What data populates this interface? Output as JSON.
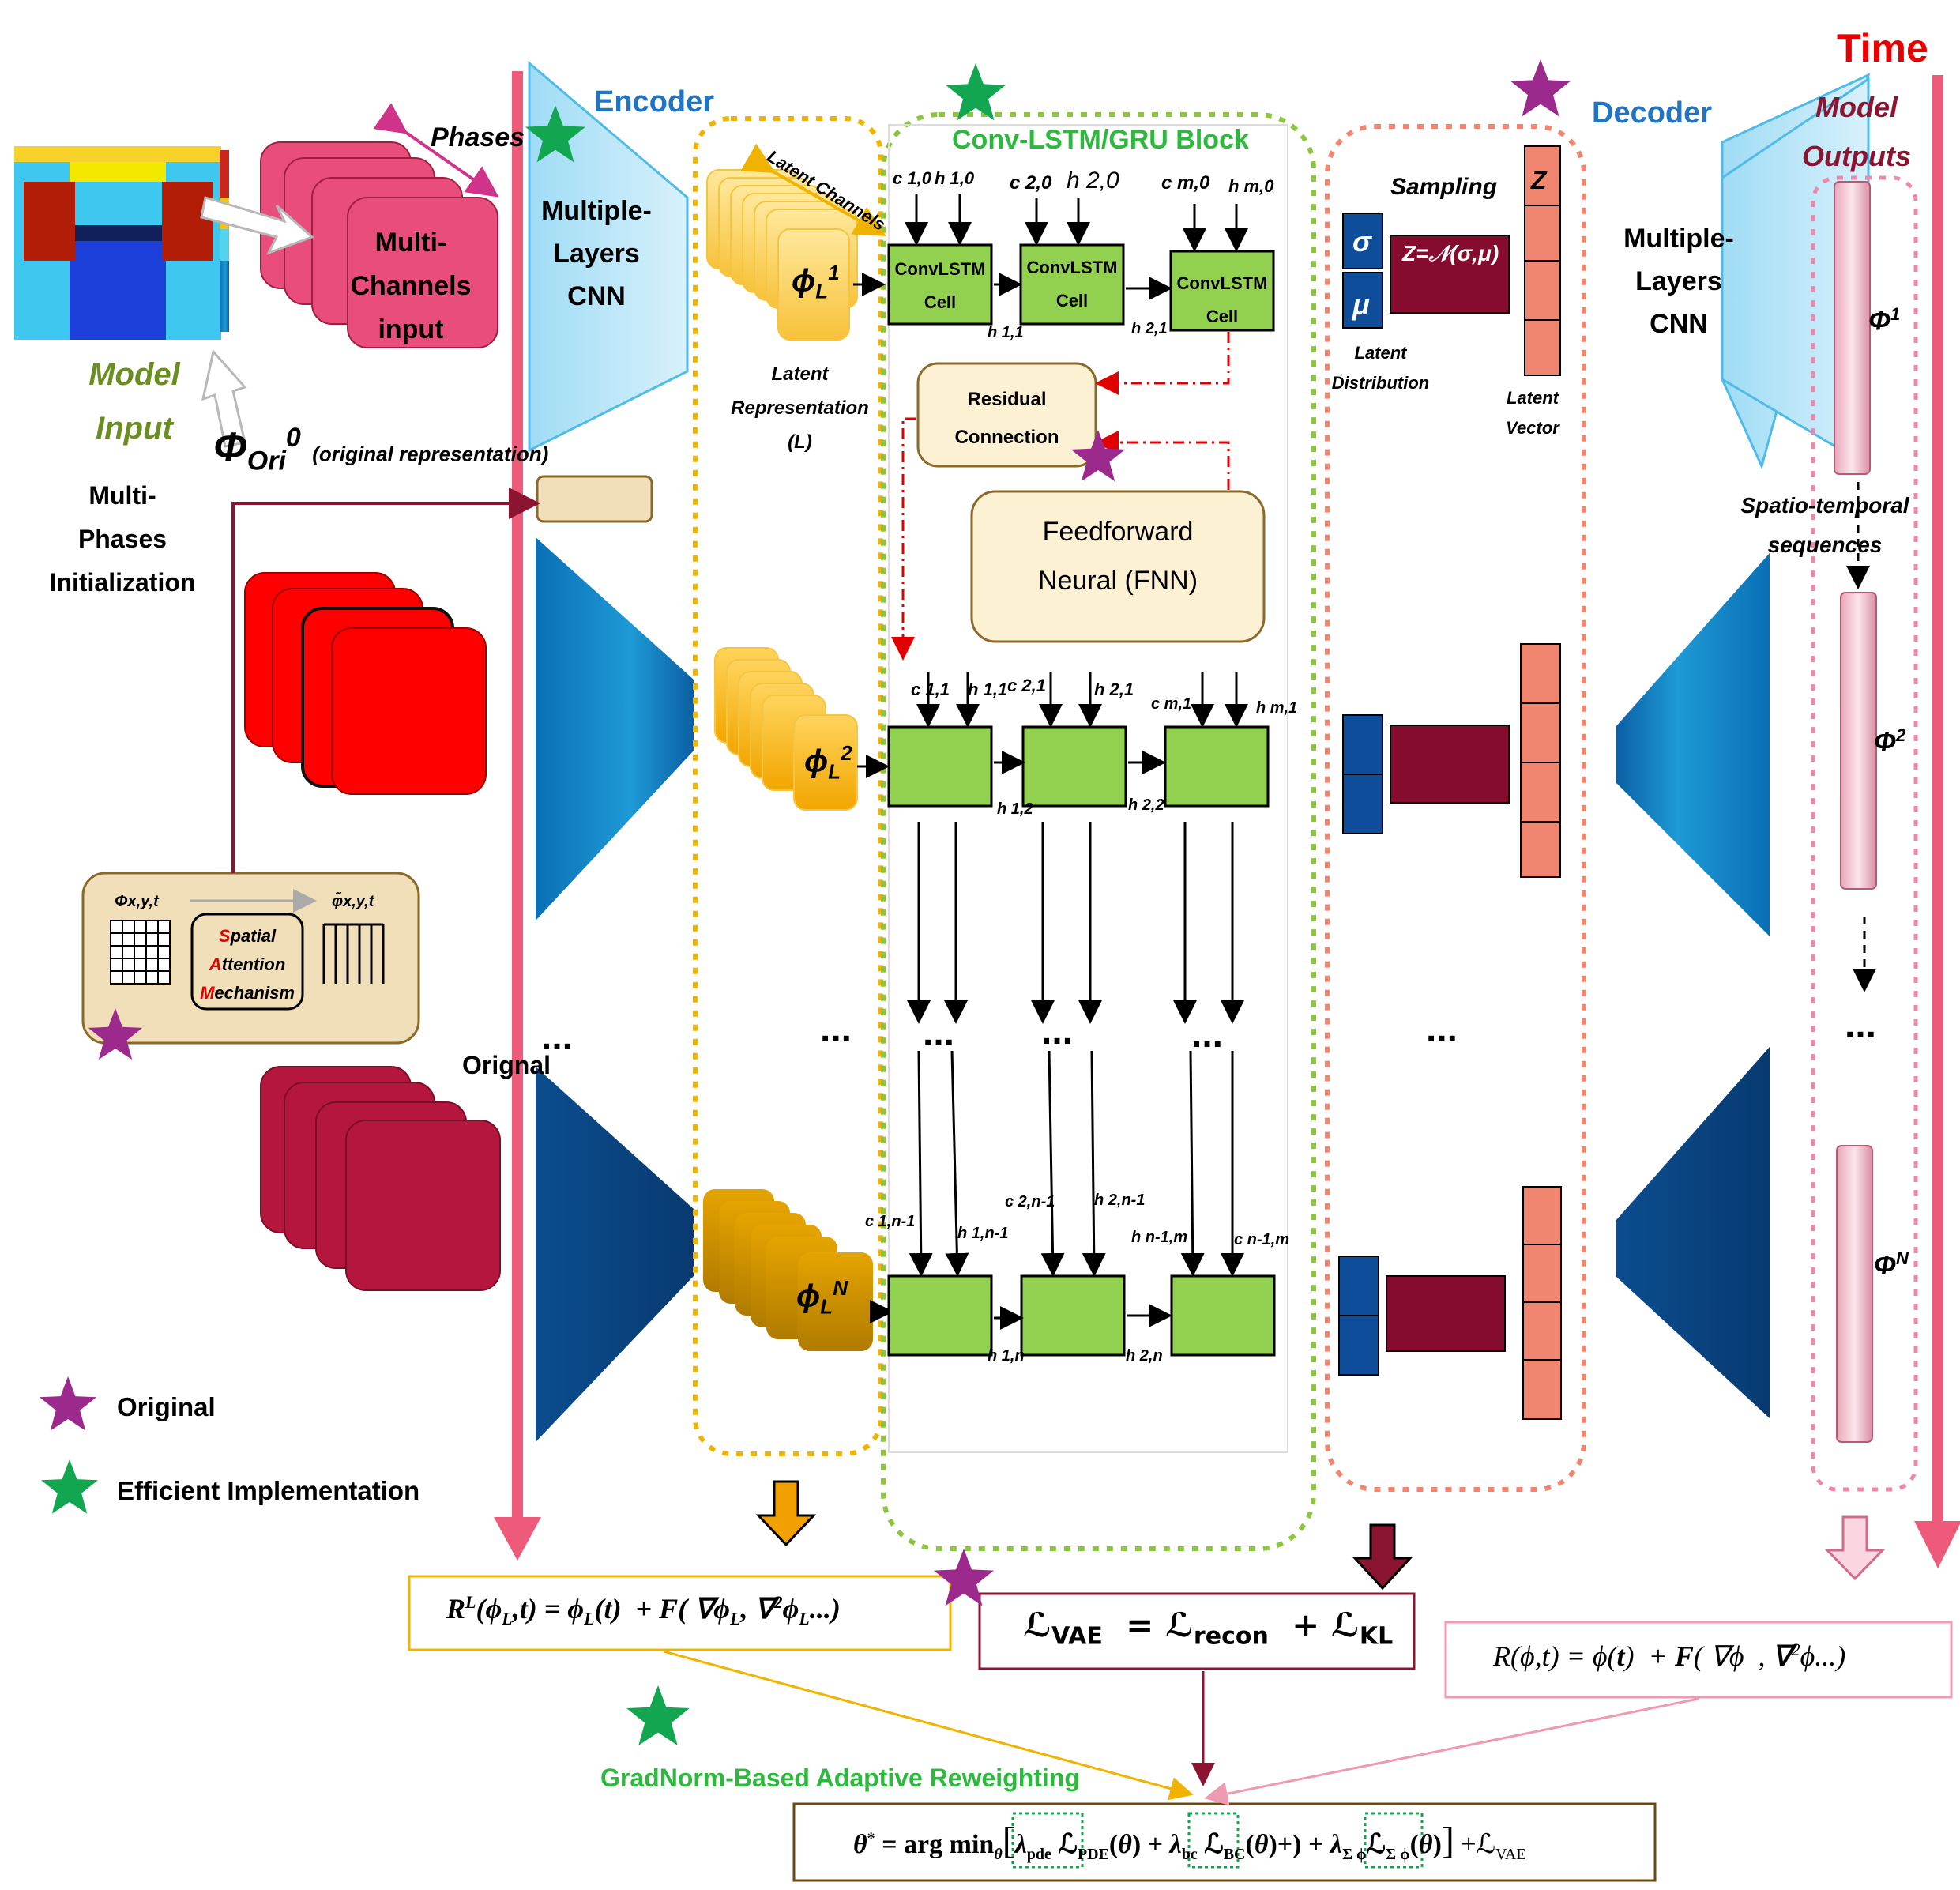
{
  "time": {
    "label": "Time"
  },
  "encoder": {
    "label": "Encoder",
    "cnn_label": "Multiple-\nLayers\nCNN"
  },
  "decoder": {
    "label": "Decoder",
    "cnn_label": "Multiple-\nLayers\nCNN"
  },
  "input": {
    "phases_label": "Phases",
    "channels_label": "Multi-\nChannels\ninput",
    "model_input_label": "Model\nInput",
    "phi_ori": "Φ",
    "phi_ori_sub": "Ori",
    "phi_ori_sup": "0",
    "phi_ori_note": "(original representation)",
    "init_label": "Multi-\nPhases\nInitialization",
    "original_label": "Orignal"
  },
  "attention": {
    "phi_in": "Φx,y,t",
    "phi_out": "φ̃x,y,t",
    "mechanism_label": [
      "Spatial",
      "Attention",
      "Mechanism"
    ],
    "mechanism_initials": [
      "S",
      "A",
      "M"
    ],
    "mechanism_rest": [
      "patial",
      "ttention",
      "echanism"
    ]
  },
  "latent": {
    "channels_label": "Latent Channels",
    "phi1": "ϕL1",
    "phi2": "ϕL2",
    "phiN": "ϕLN",
    "rep_label": "Latent\nRepresentation\n(L)"
  },
  "lstm": {
    "title": "Conv-LSTM/GRU Block",
    "cell_label": "ConvLSTM\nCell",
    "residual_label": "Residual\nConnection",
    "fnn_label": "Feedforward\nNeural (FNN)",
    "row1_inputs": [
      "c 1,0",
      "h 1,0",
      "c 2,0",
      "h 2,0",
      "c m,0",
      "h m,0"
    ],
    "row1_outputs": [
      "h 1,1",
      "h 2,1"
    ],
    "row2_inputs": [
      "c 1,1",
      "h 1,1",
      "c 2,1",
      "h 2,1",
      "c m,1",
      "h m,1"
    ],
    "row2_outputs": [
      "h 1,2",
      "h 2,2"
    ],
    "row3_inputs": [
      "c 1,n-1",
      "h 1,n-1",
      "c 2,n-1",
      "h 2,n-1",
      "h n-1,m",
      "c n-1,m"
    ],
    "row3_outputs": [
      "h 1,n",
      "h 2,n"
    ],
    "ellipsis": "..."
  },
  "vae": {
    "sampling_label": "Sampling",
    "sigma": "σ",
    "mu": "μ",
    "z_formula": "Z=𝒩(σ,μ)",
    "z": "Z",
    "latent_dist_label": "Latent\nDistribution",
    "latent_vec_label": "Latent\nVector"
  },
  "outputs": {
    "title": "Model\nOutputs",
    "phi1": "Φ1",
    "phi2": "Φ2",
    "phiN": "ΦN",
    "seq_label": "Spatio-temporal\nsequences"
  },
  "legend": {
    "original": "Original",
    "efficient": "Efficient Implementation"
  },
  "equations": {
    "residual_latent": "RL(ϕL,t) = ϕL(t) + F(∇ϕL, ∇²ϕL...)",
    "loss_vae": "ℒVAE = ℒrecon + ℒKL",
    "residual": "R(ϕ,t) = ϕ(t) + F(∇ϕ ,∇²ϕ...)",
    "gradnorm_label": "GradNorm-Based Adaptive Reweighting",
    "objective": "θ* = arg min θ [λpde ℒPDE(θ) + λbc ℒBC(θ)+) + λΣϕ ℒΣϕ(θ)] +ℒVAE"
  },
  "colors": {
    "time_arrow": "#ee5a7a",
    "encoder_label": "#1f74c4",
    "lstm_title": "#2db83e",
    "cell_fill": "#92d050",
    "star_purple": "#9c2a8c",
    "star_green": "#12a650",
    "vae_maroon": "#850c2f",
    "vae_blue": "#0e4d99",
    "vae_salmon": "#f08670",
    "input_pink": "#e94d7b",
    "input_red": "#ff0000",
    "input_crimson": "#b5163d",
    "latent_gold": "#ffc000"
  }
}
